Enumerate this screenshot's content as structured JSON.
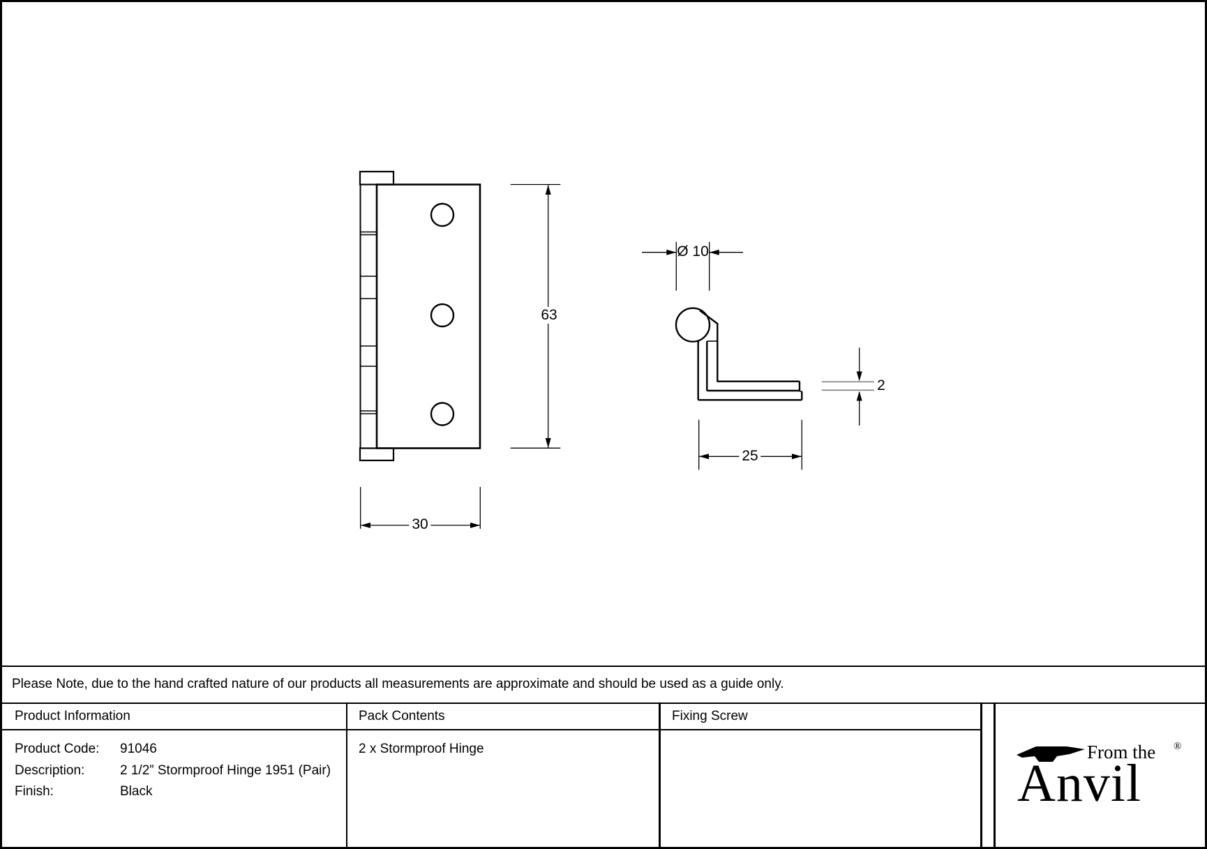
{
  "note": "Please Note, due to the hand crafted nature of our products all measurements are approximate and should be used as a guide only.",
  "drawing": {
    "front_view": {
      "height_dim": "63",
      "width_dim": "30"
    },
    "side_view": {
      "diameter_dim": "Ø 10",
      "thickness_dim": "2",
      "depth_dim": "25"
    }
  },
  "table": {
    "headers": {
      "product_information": "Product Information",
      "pack_contents": "Pack Contents",
      "fixing_screw": "Fixing Screw"
    },
    "product_info_rows": [
      {
        "label": "Product Code:",
        "value": "91046"
      },
      {
        "label": "Description:",
        "value": "2 1/2” Stormproof Hinge 1951 (Pair)"
      },
      {
        "label": "Finish:",
        "value": "Black"
      }
    ],
    "pack_contents_value": "2 x Stormproof Hinge",
    "fixing_screw_value": ""
  },
  "logo": {
    "from_text": "From the",
    "name": "Anvil",
    "registered": "®"
  },
  "colors": {
    "line": "#000000",
    "extension_gray": "#808080",
    "background": "#ffffff"
  }
}
